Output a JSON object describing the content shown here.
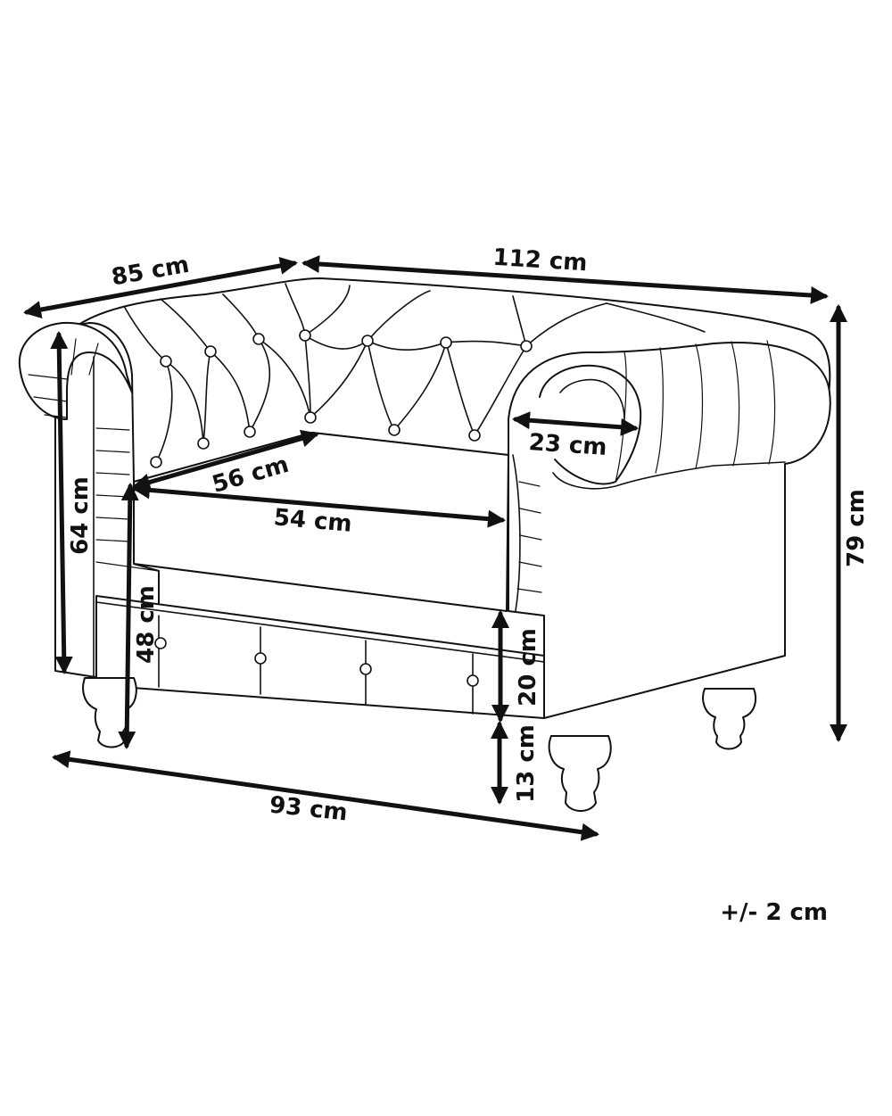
{
  "dimensions": {
    "depth": "85 cm",
    "width": "112 cm",
    "arm_depth": "23 cm",
    "seat_depth": "56 cm",
    "seat_width": "54 cm",
    "arm_height": "64 cm",
    "seat_height": "48 cm",
    "total_height": "79 cm",
    "base_height": "20 cm",
    "leg_height": "13 cm",
    "front_width": "93 cm"
  },
  "tolerance": "+/- 2 cm",
  "colors": {
    "line": "#111111",
    "background": "#ffffff"
  }
}
